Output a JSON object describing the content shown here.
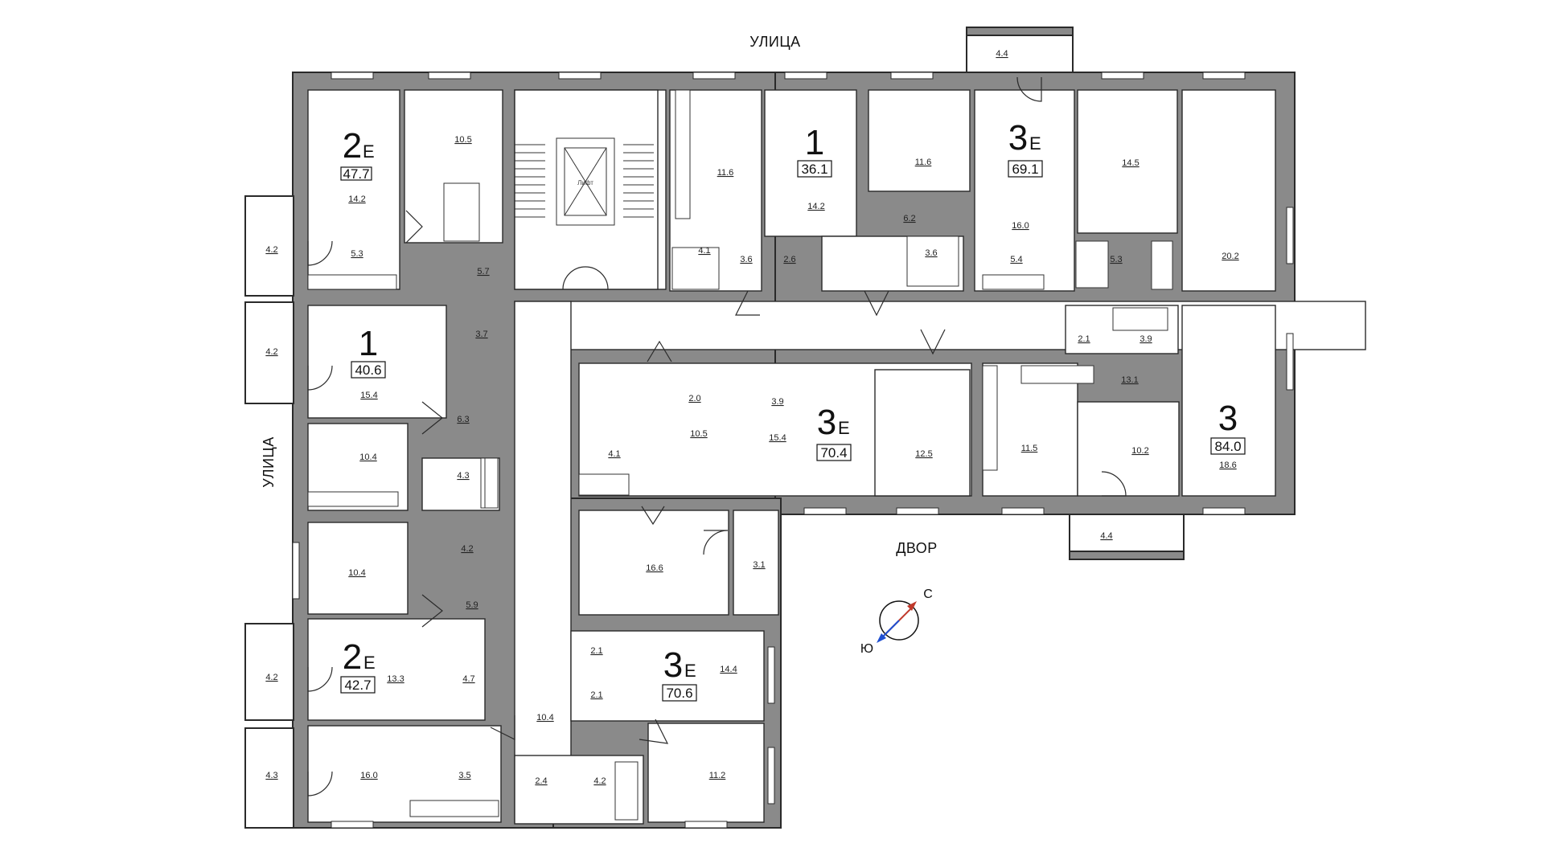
{
  "labels": {
    "street_top": "УЛИЦА",
    "street_left": "УЛИЦА",
    "yard": "ДВОР",
    "lift": "Лифт"
  },
  "compass": {
    "north": "С",
    "south": "Ю"
  },
  "apartments": [
    {
      "rooms": "2",
      "suffix": "Е",
      "area": "47.7"
    },
    {
      "rooms": "1",
      "suffix": "",
      "area": "36.1"
    },
    {
      "rooms": "3",
      "suffix": "Е",
      "area": "69.1"
    },
    {
      "rooms": "1",
      "suffix": "",
      "area": "40.6"
    },
    {
      "rooms": "3",
      "suffix": "Е",
      "area": "70.4"
    },
    {
      "rooms": "3",
      "suffix": "",
      "area": "84.0"
    },
    {
      "rooms": "2",
      "suffix": "Е",
      "area": "42.7"
    },
    {
      "rooms": "3",
      "suffix": "Е",
      "area": "70.6"
    }
  ],
  "room_areas": [
    "14.2",
    "5.3",
    "10.5",
    "5.7",
    "11.6",
    "4.1",
    "3.6",
    "2.6",
    "14.2",
    "11.6",
    "6.2",
    "3.6",
    "16.0",
    "5.4",
    "14.5",
    "5.3",
    "20.2",
    "3.7",
    "15.4",
    "6.3",
    "10.4",
    "4.3",
    "10.4",
    "4.2",
    "5.9",
    "13.3",
    "4.7",
    "16.0",
    "3.5",
    "10.4",
    "2.4",
    "4.2",
    "11.2",
    "2.1",
    "2.1",
    "14.4",
    "16.6",
    "3.1",
    "4.1",
    "2.0",
    "10.5",
    "3.9",
    "15.4",
    "12.5",
    "11.5",
    "10.2",
    "2.1",
    "3.9",
    "13.1",
    "18.6"
  ],
  "balcony_areas": [
    "4.4",
    "4.2",
    "4.2",
    "4.2",
    "4.3",
    "4.4"
  ]
}
